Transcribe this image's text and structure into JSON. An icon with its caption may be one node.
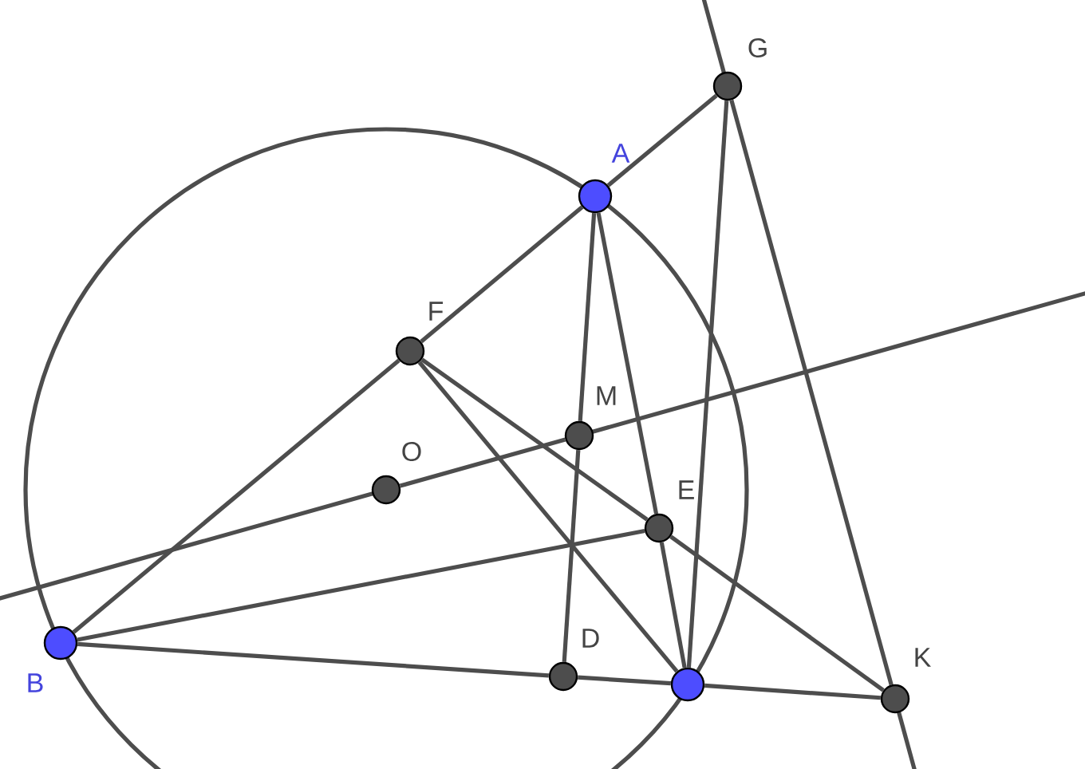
{
  "diagram": {
    "nodes": [
      {
        "text": [
          "A"
        ]
      },
      {
        "text": [
          "B"
        ]
      },
      {
        "text": [],
        "shape": "circle"
      },
      {
        "text": [
          "D"
        ]
      },
      {
        "text": [
          "E"
        ]
      },
      {
        "text": [
          "F"
        ]
      },
      {
        "text": [
          "G"
        ]
      },
      {
        "text": [
          "K"
        ]
      },
      {
        "text": [
          "M"
        ]
      },
      {
        "text": [
          "O"
        ]
      }
    ],
    "edges": [
      {
        "from": 1,
        "to": 5,
        "arrow": "none"
      },
      {
        "from": 5,
        "to": 0,
        "arrow": "none"
      },
      {
        "from": 0,
        "to": 6,
        "arrow": "none"
      },
      {
        "from": 0,
        "to": 8,
        "arrow": "none"
      },
      {
        "from": 8,
        "to": 3,
        "arrow": "none"
      },
      {
        "from": 0,
        "to": 4,
        "arrow": "none"
      },
      {
        "from": 4,
        "to": 2,
        "arrow": "none"
      },
      {
        "from": 6,
        "to": 2,
        "arrow": "none"
      },
      {
        "from": 1,
        "to": 3,
        "arrow": "none"
      },
      {
        "from": 3,
        "to": 2,
        "arrow": "none"
      },
      {
        "from": 2,
        "to": 7,
        "arrow": "none"
      },
      {
        "from": 5,
        "to": 2,
        "arrow": "none"
      },
      {
        "from": 5,
        "to": 4,
        "arrow": "none"
      },
      {
        "from": 4,
        "to": 7,
        "arrow": "none"
      },
      {
        "from": 6,
        "to": 7,
        "arrow": "none"
      },
      {
        "from": 1,
        "to": 4,
        "arrow": "none"
      },
      {
        "from": 9,
        "to": 8,
        "arrow": "none"
      }
    ]
  }
}
